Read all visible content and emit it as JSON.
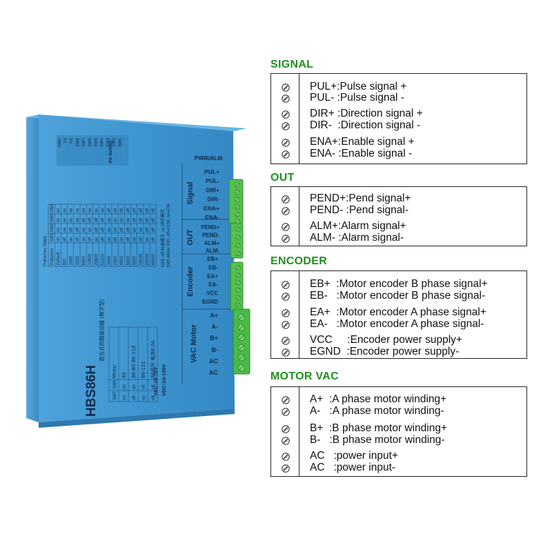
{
  "colors": {
    "section_title": "#1f8f1f",
    "driver_body": "#3f95d0",
    "driver_side": "#4a9ad0",
    "connector_green": "#53c04e"
  },
  "icons": {
    "pin_marker": "screw-terminal-icon"
  },
  "driver": {
    "model": "HBS86H",
    "subtitle": "混合式伺服驱动器 (数字型)",
    "pa_setting": "PA Setting",
    "pwr_alm": "PWR/ALM",
    "group_labels": {
      "signal": "Signal",
      "out": "OUT",
      "encoder": "Encoder",
      "motor": "VAC Motor"
    },
    "signal_pins": [
      "PUL+",
      "PUL-",
      "DIR+",
      "DIR-",
      "ENA+",
      "ENA-"
    ],
    "out_pins": [
      "PEND+",
      "PEND-",
      "ALM+",
      "ALM-"
    ],
    "encoder_pins": [
      "EB+",
      "EB-",
      "EA+",
      "EA-",
      "VCC",
      "EGND"
    ],
    "motor_pins": [
      "A+",
      "A-",
      "B+",
      "B-",
      "AC",
      "AC"
    ],
    "dip_labels": [
      "GND",
      "TX",
      "RX",
      "SW8",
      "SW7",
      "SW6",
      "SW5",
      "SW4",
      "SW3",
      "SW2",
      "SW1"
    ],
    "pulse_table_title": "Pulse/rev Table",
    "pulse_table_header": [
      "Pulse/rev",
      "SW1",
      "SW2",
      "SW3",
      "SW4"
    ],
    "pulse_table_rows": [
      [
        "Default",
        "on",
        "on",
        "on",
        "on"
      ],
      [
        "800",
        "off",
        "on",
        "on",
        "on"
      ],
      [
        "1600",
        "on",
        "off",
        "on",
        "on"
      ],
      [
        "3200",
        "off",
        "off",
        "on",
        "on"
      ],
      [
        "6400",
        "on",
        "on",
        "off",
        "on"
      ],
      [
        "12800",
        "off",
        "on",
        "off",
        "on"
      ],
      [
        "25600",
        "on",
        "off",
        "off",
        "on"
      ],
      [
        "51200",
        "off",
        "off",
        "off",
        "on"
      ],
      [
        "1000",
        "on",
        "on",
        "on",
        "off"
      ],
      [
        "2000",
        "off",
        "on",
        "on",
        "off"
      ],
      [
        "4000",
        "on",
        "off",
        "on",
        "off"
      ],
      [
        "5000",
        "off",
        "off",
        "on",
        "off"
      ],
      [
        "8000",
        "on",
        "on",
        "off",
        "off"
      ],
      [
        "10000",
        "off",
        "on",
        "off",
        "off"
      ],
      [
        "20000",
        "on",
        "off",
        "off",
        "off"
      ],
      [
        "40000",
        "off",
        "off",
        "off",
        "off"
      ]
    ],
    "sw5_note": "SW5 Motor DIR, off=CCW, on=CW",
    "sw6_note": "SW6 off:标准模式  on:闭环模式",
    "motor_table_header": [
      "SW7",
      "SW8",
      "Motor"
    ],
    "motor_table_rows": [
      [
        "on",
        "on",
        "60"
      ],
      [
        "off",
        "on",
        "86-80  86-118"
      ],
      [
        "on",
        "off",
        "86-151"
      ],
      [
        "off",
        "off",
        "86开环 电流6.0A"
      ]
    ],
    "vac_rating": "VAC:18-70V",
    "vdc_rating": "VDC:24-100V"
  },
  "sections": [
    {
      "title": "SIGNAL",
      "pairs": [
        [
          "PUL+:Pulse signal +",
          "PUL- :Pulse signal -"
        ],
        [
          "DIR+ :Direction signal +",
          "DIR-  :Direction signal -"
        ],
        [
          "ENA+:Enable signal +",
          "ENA- :Enable signal -"
        ]
      ]
    },
    {
      "title": "OUT",
      "pairs": [
        [
          "PEND+:Pend signal+",
          "PEND- :Pend signal-"
        ],
        [
          "ALM+:Alarm signal+",
          "ALM- :Alarm signal-"
        ]
      ]
    },
    {
      "title": "ENCODER",
      "pairs": [
        [
          "EB+  :Motor encoder B phase signal+",
          "EB-   :Motor encoder B phase signal-"
        ],
        [
          "EA+  :Motor encoder A phase signal+",
          "EA-   :Motor encoder A phase signal-"
        ],
        [
          "VCC     :Encoder power supply+",
          "EGND  :Encoder power supply-"
        ]
      ]
    },
    {
      "title": "MOTOR  VAC",
      "pairs": [
        [
          "A+  :A phase motor winding+",
          "A-   :A phase motor winding-"
        ],
        [
          "B+  :B phase motor winding+",
          "B-   :B phase motor winding-"
        ],
        [
          "AC   :power input+",
          "AC   :power input-"
        ]
      ]
    }
  ]
}
